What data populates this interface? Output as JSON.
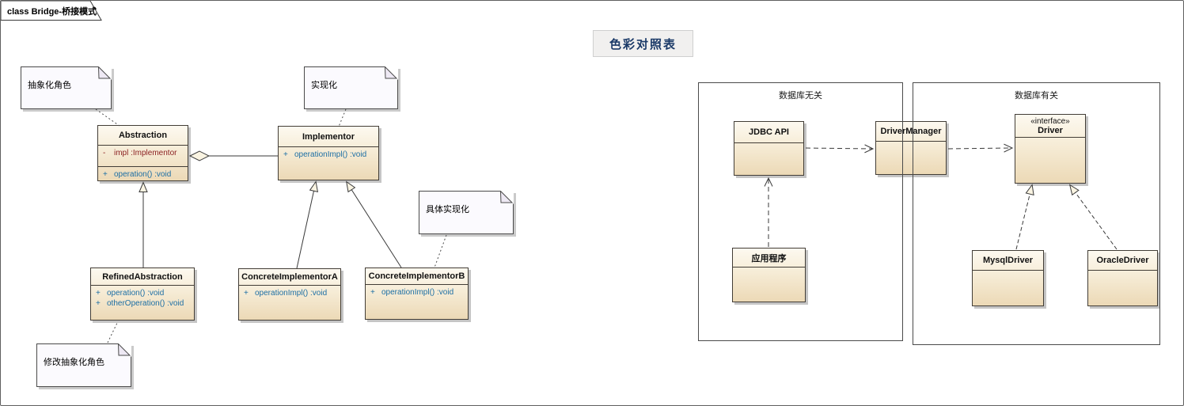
{
  "tab": {
    "label": "class Bridge-桥接模式"
  },
  "title": {
    "text": "色彩对照表"
  },
  "notes": {
    "abstraction_role": "抽象化角色",
    "realization": "实现化",
    "concrete_realization": "具体实现化",
    "modify_abstraction_role": "修改抽象化角色"
  },
  "classes": {
    "abstraction": {
      "name": "Abstraction",
      "attributes": [
        {
          "v": "-",
          "t": "impl  :Implementor"
        }
      ],
      "methods": [
        {
          "v": "+",
          "t": "operation()  :void"
        }
      ]
    },
    "implementor": {
      "name": "Implementor",
      "methods": [
        {
          "v": "+",
          "t": "operationImpl()  :void"
        }
      ]
    },
    "refined_abstraction": {
      "name": "RefinedAbstraction",
      "methods": [
        {
          "v": "+",
          "t": "operation()  :void"
        },
        {
          "v": "+",
          "t": "otherOperation()  :void"
        }
      ]
    },
    "concrete_implementor_a": {
      "name": "ConcreteImplementorA",
      "methods": [
        {
          "v": "+",
          "t": "operationImpl()  :void"
        }
      ]
    },
    "concrete_implementor_b": {
      "name": "ConcreteImplementorB",
      "methods": [
        {
          "v": "+",
          "t": "operationImpl()  :void"
        }
      ]
    },
    "jdbc_api": {
      "name": "JDBC API"
    },
    "driver_manager": {
      "name": "DriverManager"
    },
    "driver": {
      "stereotype": "«interface»",
      "name": "Driver"
    },
    "application": {
      "name": "应用程序"
    },
    "mysql_driver": {
      "name": "MysqlDriver"
    },
    "oracle_driver": {
      "name": "OracleDriver"
    }
  },
  "containers": {
    "db_independent": {
      "label": "数据库无关"
    },
    "db_dependent": {
      "label": "数据库有关"
    }
  },
  "colors": {
    "class_fill_top": "#FDF9F0",
    "class_fill_bottom": "#ECD9B6",
    "class_border": "#423D36",
    "note_fill": "#FBFAFE",
    "attribute_text": "#8B2020",
    "method_text": "#1C6EA4",
    "legend_text": "#1B3A68",
    "legend_fill": "#F1F0EF"
  }
}
